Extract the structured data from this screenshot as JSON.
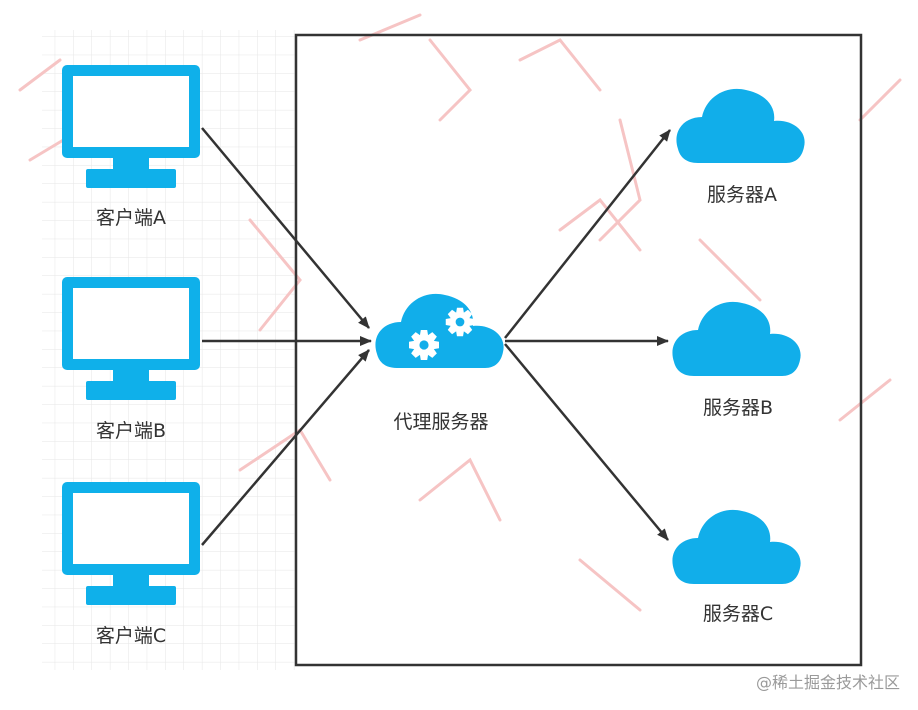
{
  "colors": {
    "device_blue": "#0fb0ea",
    "cloud_blue": "#11aeea",
    "arrow": "#333333",
    "frame": "#333333",
    "grid": "#e6e6e6",
    "watermark": "#f6c4c4"
  },
  "clients": [
    {
      "label": "客户端A",
      "icon": "monitor-icon"
    },
    {
      "label": "客户端B",
      "icon": "monitor-icon"
    },
    {
      "label": "客户端C",
      "icon": "monitor-icon"
    }
  ],
  "proxy": {
    "label": "代理服务器",
    "icon": "cloud-gears-icon"
  },
  "servers": [
    {
      "label": "服务器A",
      "icon": "cloud-icon"
    },
    {
      "label": "服务器B",
      "icon": "cloud-icon"
    },
    {
      "label": "服务器C",
      "icon": "cloud-icon"
    }
  ],
  "credit": "@稀土掘金技术社区"
}
